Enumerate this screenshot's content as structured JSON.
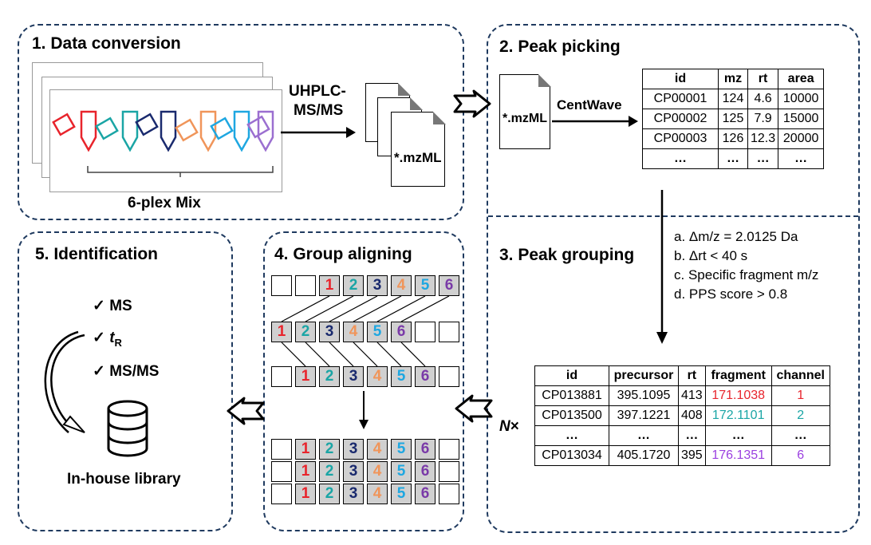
{
  "colors": {
    "panel_border": "#1f3a5f",
    "ch1": "#e8242c",
    "ch2": "#1aa5a5",
    "ch3": "#1a2a6e",
    "ch4": "#f0955a",
    "ch5": "#1ea7e1",
    "ch6": "#7a3aa8"
  },
  "panel1": {
    "title": "1. Data conversion",
    "mix_label": "6-plex Mix",
    "instrument_label_1": "UHPLC-",
    "instrument_label_2": "MS/MS",
    "file_label": "*.mzML"
  },
  "panel2": {
    "title": "2. Peak picking",
    "file_label": "*.mzML",
    "algorithm": "CentWave",
    "table": {
      "headers": [
        "id",
        "mz",
        "rt",
        "area"
      ],
      "rows": [
        [
          "CP00001",
          "124",
          "4.6",
          "10000"
        ],
        [
          "CP00002",
          "125",
          "7.9",
          "15000"
        ],
        [
          "CP00003",
          "126",
          "12.3",
          "20000"
        ],
        [
          "…",
          "…",
          "…",
          "…"
        ]
      ]
    }
  },
  "panel3": {
    "title": "3. Peak grouping",
    "conditions": [
      "a. Δm/z = 2.0125 Da",
      "b. Δrt < 40 s",
      "c. Specific fragment m/z",
      "d. PPS score > 0.8"
    ],
    "table": {
      "headers": [
        "id",
        "precursor",
        "rt",
        "fragment",
        "channel"
      ],
      "rows": [
        [
          "CP013881",
          "395.1095",
          "413",
          "171.1038",
          "1"
        ],
        [
          "CP013500",
          "397.1221",
          "408",
          "172.1101",
          "2"
        ],
        [
          "…",
          "…",
          "…",
          "…",
          "…"
        ],
        [
          "CP013034",
          "405.1720",
          "395",
          "176.1351",
          "6"
        ]
      ],
      "row_colors": [
        "#e8242c",
        "#1aa5a5",
        "#000000",
        "#9b3fe0"
      ]
    },
    "n_label": "N",
    "times": "×"
  },
  "panel4": {
    "title": "4. Group aligning",
    "numbers": [
      "1",
      "2",
      "3",
      "4",
      "5",
      "6"
    ]
  },
  "panel5": {
    "title": "5. Identification",
    "checks": [
      "MS",
      "t",
      "MS/MS"
    ],
    "tr_subscript": "R",
    "check_mark": "✓",
    "library_label": "In-house library"
  }
}
